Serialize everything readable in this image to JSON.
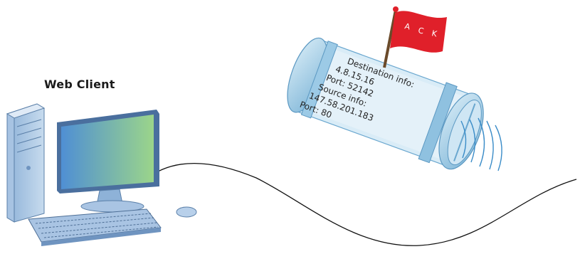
{
  "client": {
    "title": "Web Client"
  },
  "packet": {
    "flag": {
      "letters": [
        "A",
        "C",
        "K"
      ],
      "color": "#e0202a"
    },
    "info_lines": [
      "Destination info:",
      "4.8.15.16",
      "Port: 52142",
      "Source info:",
      "147.58.201.183",
      "Port: 80"
    ]
  },
  "colors": {
    "canister": "#b8dbee",
    "canister_dark": "#8fc1e0",
    "signal": "#3a8cc8",
    "wire": "#111111"
  }
}
